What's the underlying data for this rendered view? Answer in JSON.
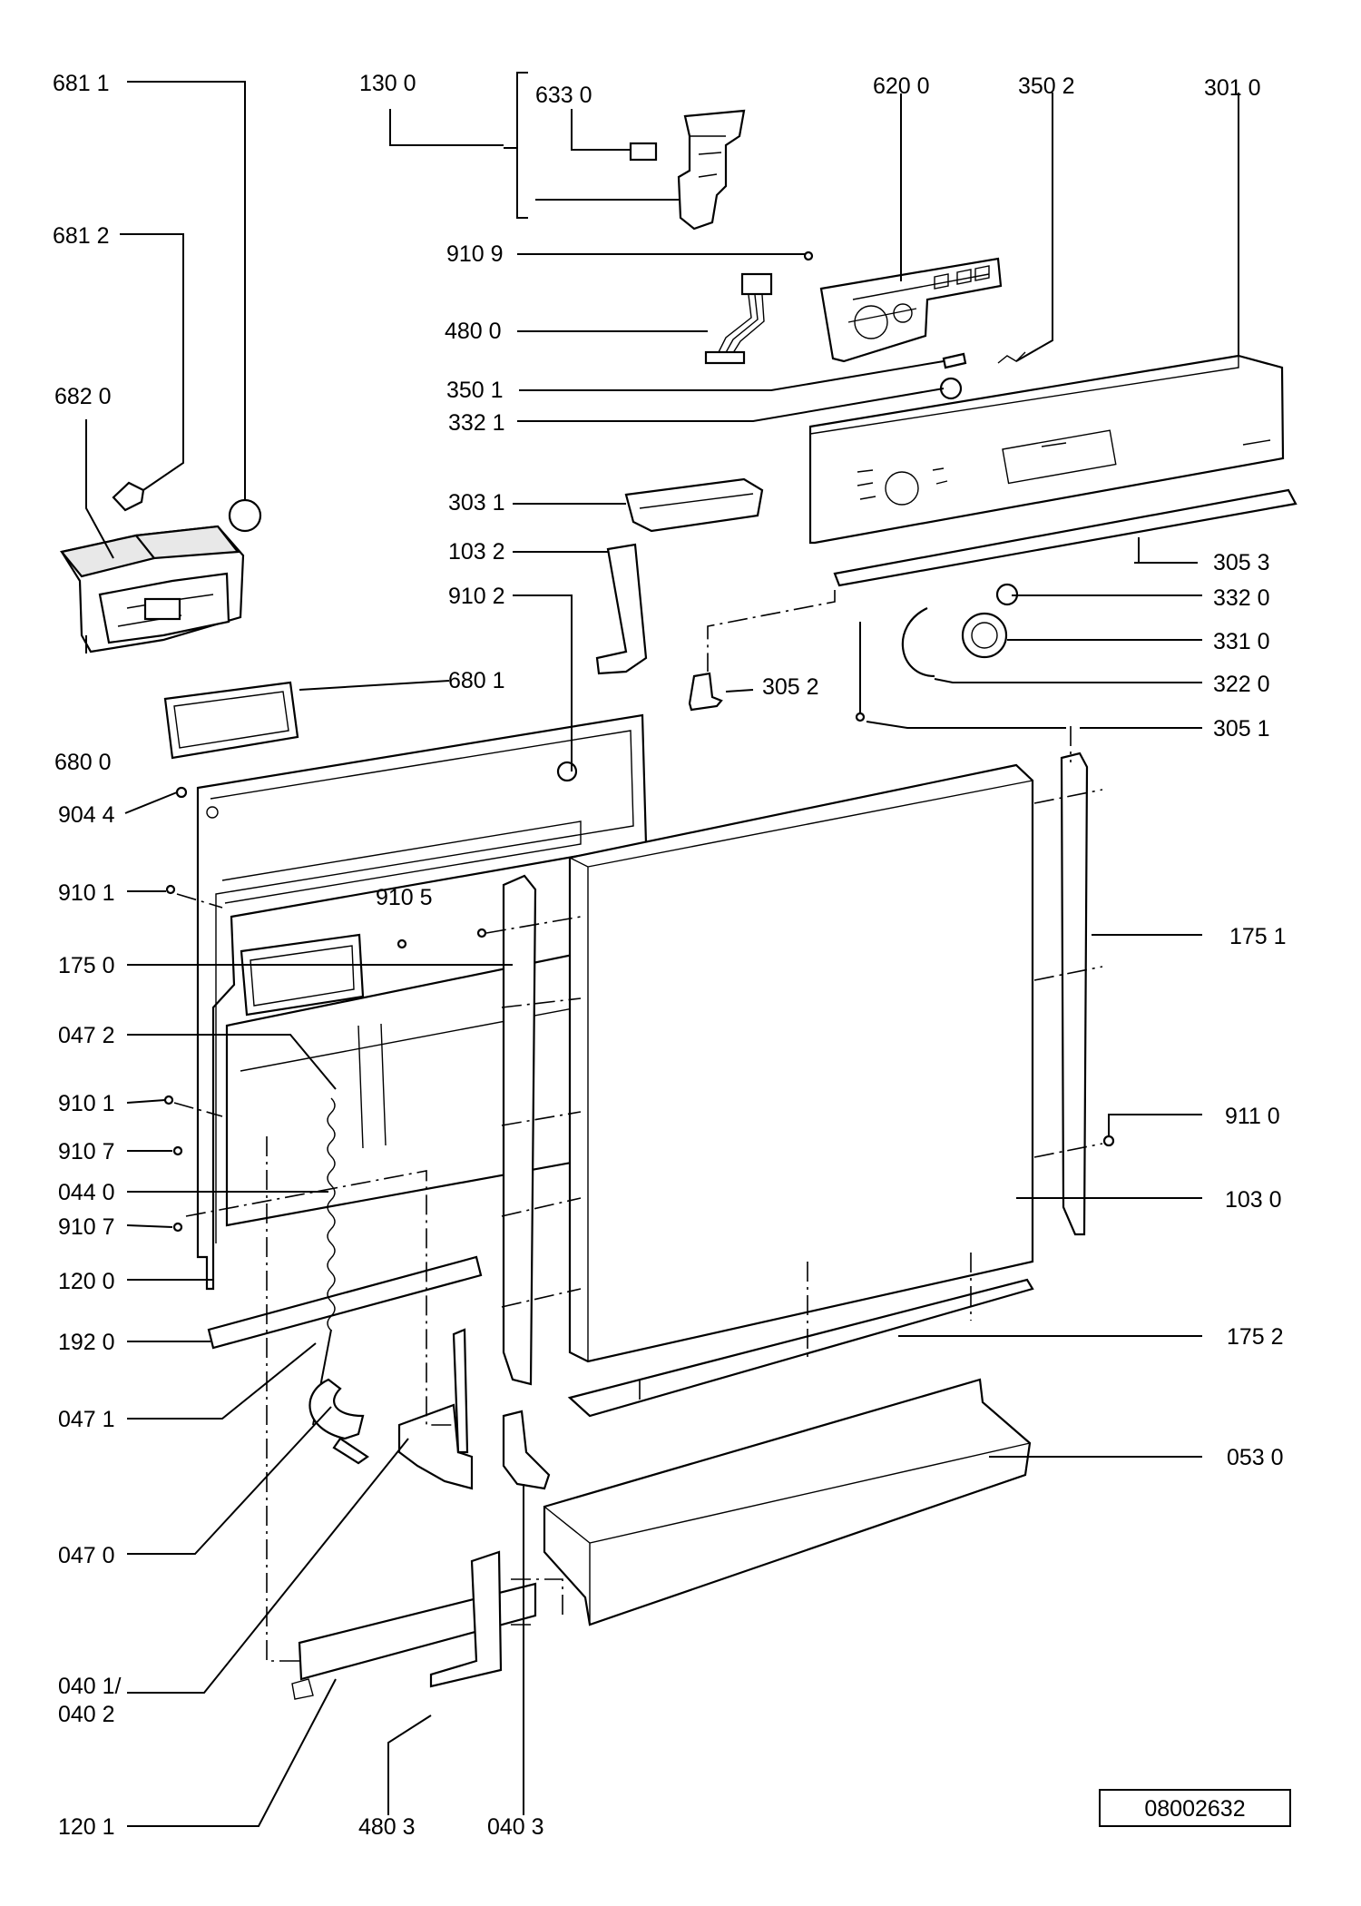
{
  "diagram_code": "08002632",
  "labels": {
    "l6811": "681 1",
    "l1300": "130 0",
    "l6330": "633 0",
    "l6200": "620 0",
    "l3502": "350 2",
    "l3010": "301 0",
    "l6812": "681 2",
    "l9109": "910 9",
    "l4800": "480 0",
    "l3501": "350 1",
    "l3321": "332 1",
    "l6820": "682 0",
    "l3031": "303 1",
    "l1032": "103 2",
    "l3053": "305 3",
    "l9102": "910 2",
    "l3320": "332 0",
    "l3310": "331 0",
    "l6801": "680 1",
    "l3052": "305 2",
    "l3220": "322 0",
    "l6800": "680 0",
    "l3051": "305 1",
    "l9044": "904 4",
    "l9101a": "910 1",
    "l9105": "910 5",
    "l1751": "175 1",
    "l1750": "175 0",
    "l0472": "047 2",
    "l9101b": "910 1",
    "l9110": "911 0",
    "l9107a": "910 7",
    "l0440": "044 0",
    "l1030": "103 0",
    "l9107b": "910 7",
    "l1200": "120 0",
    "l1920": "192 0",
    "l1752": "175 2",
    "l0471": "047 1",
    "l0530": "053 0",
    "l0470": "047 0",
    "l0401": "040 1/",
    "l0402": "040 2",
    "l1201": "120 1",
    "l4803": "480 3",
    "l0403": "040 3"
  }
}
